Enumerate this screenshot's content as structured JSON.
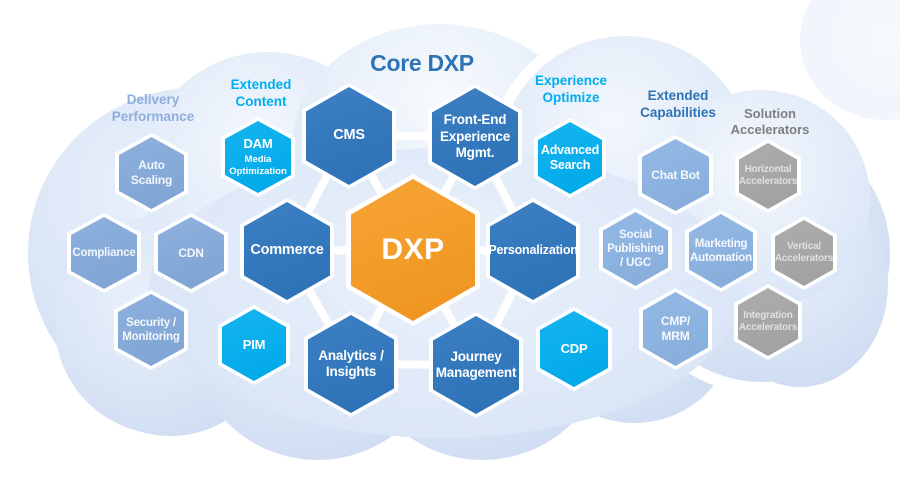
{
  "title": "Core DXP",
  "section_labels": {
    "delivery_performance": "Delivery\nPerformance",
    "extended_content": "Extended\nContent",
    "experience_optimize": "Experience\nOptimize",
    "extended_capabilities": "Extended\nCapabilities",
    "solution_accelerators": "Solution\nAccelerators"
  },
  "hexagons": {
    "auto_scaling": {
      "label": "Auto\nScaling"
    },
    "dam": {
      "label": "DAM",
      "sublabel": "Media\nOptimization"
    },
    "cms": {
      "label": "CMS"
    },
    "front_end": {
      "label": "Front-End\nExperience\nMgmt."
    },
    "advanced_search": {
      "label": "Advanced\nSearch"
    },
    "chat_bot": {
      "label": "Chat Bot"
    },
    "horizontal_accelerators": {
      "label": "Horizontal\nAccelerators"
    },
    "compliance": {
      "label": "Compliance"
    },
    "cdn": {
      "label": "CDN"
    },
    "commerce": {
      "label": "Commerce"
    },
    "dxp": {
      "label": "DXP"
    },
    "personalization": {
      "label": "Personalization"
    },
    "social_publishing": {
      "label": "Social\nPublishing\n/ UGC"
    },
    "marketing_automation": {
      "label": "Marketing\nAutomation"
    },
    "vertical_accelerators": {
      "label": "Vertical\nAccelerators"
    },
    "security_monitoring": {
      "label": "Security /\nMonitoring"
    },
    "pim": {
      "label": "PIM"
    },
    "analytics_insights": {
      "label": "Analytics /\nInsights"
    },
    "journey_management": {
      "label": "Journey\nManagement"
    },
    "cdp": {
      "label": "CDP"
    },
    "cmp_mrm": {
      "label": "CMP/\nMRM"
    },
    "integration_accelerators": {
      "label": "Integration\nAccelerators"
    }
  },
  "colors": {
    "core_blue": "#2E76BF",
    "cyan": "#00AEEF",
    "light_blue": "#84AADB",
    "soft_blue": "#8BB3E3",
    "gray": "#A6A6A6",
    "orange": "#F79A1F",
    "title_blue": "#2E74B5",
    "header_gray": "#7F7F7F",
    "header_steel": "#8FAEDC"
  }
}
